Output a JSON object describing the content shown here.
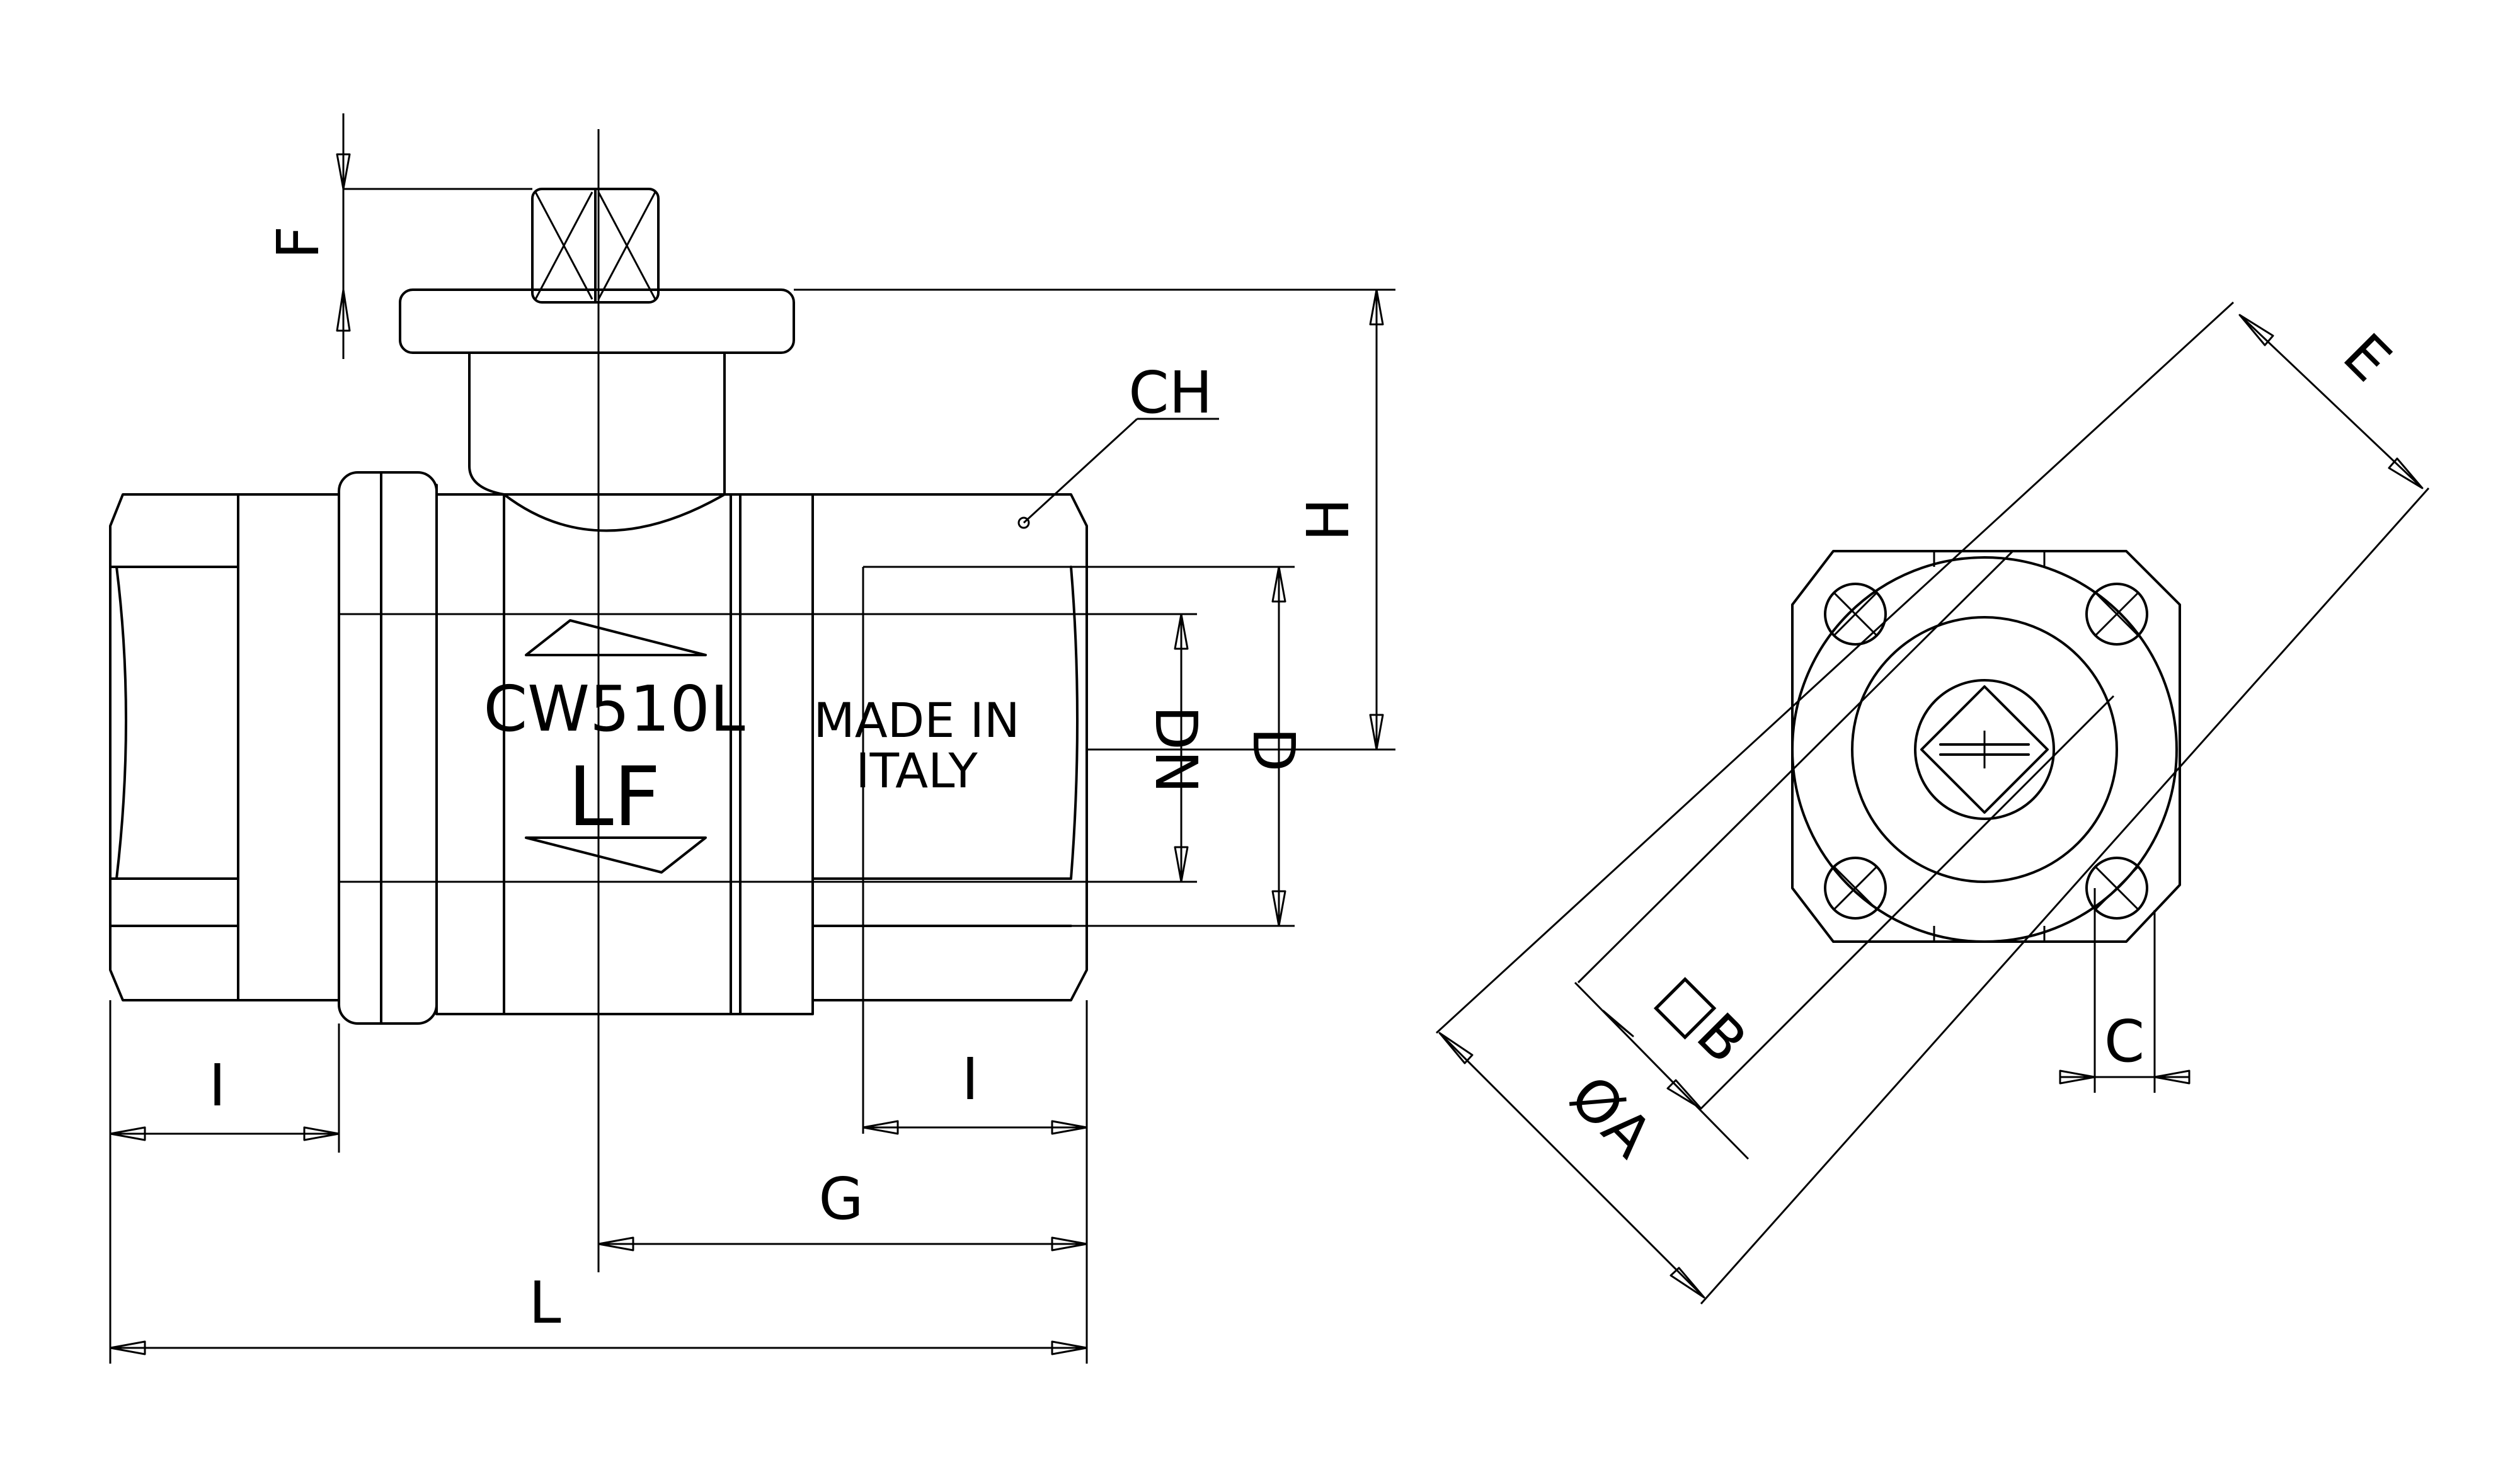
{
  "dimensions": {
    "F": "F",
    "CH": "CH",
    "H": "H",
    "DN": "DN",
    "D": "D",
    "I_left": "I",
    "I_right": "I",
    "G": "G",
    "L": "L",
    "E": "E",
    "B": "□B",
    "A": "ØA",
    "C": "C"
  },
  "body_markings": {
    "material": "CW510L",
    "grade": "LF",
    "origin_line1": "MADE IN",
    "origin_line2": "ITALY"
  }
}
